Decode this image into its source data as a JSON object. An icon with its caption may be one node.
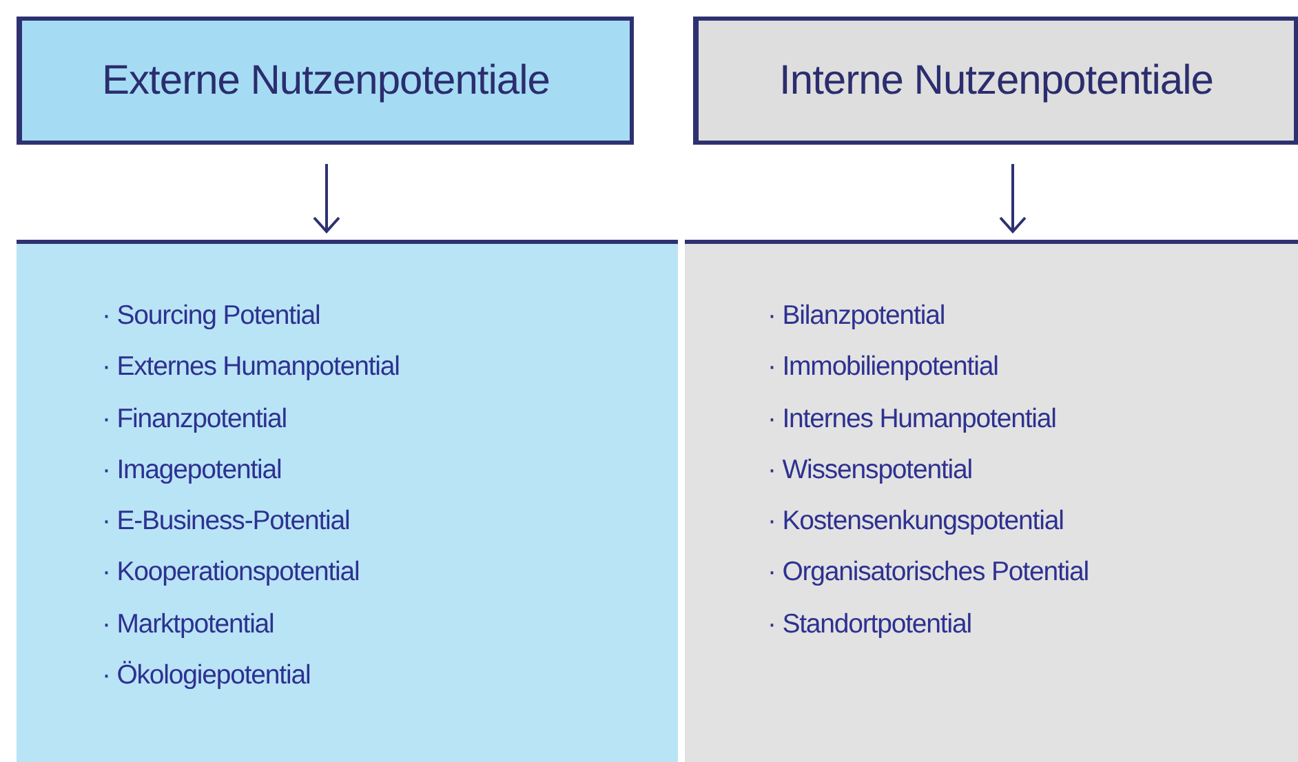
{
  "diagram": {
    "nodes": [
      {
        "text": [
          "Externe Nutzenpotentiale"
        ]
      },
      {
        "text": [
          "Interne Nutzenpotentiale"
        ]
      },
      {
        "text": [
          "· Sourcing Potential",
          "· Externes Humanpotential",
          "· Finanzpotential",
          "· Imagepotential",
          "· E-Business-Potential",
          "· Kooperationspotential",
          "· Marktpotential",
          "· Ökologiepotential"
        ]
      },
      {
        "text": [
          "· Bilanzpotential",
          "· Immobilienpotential",
          "· Internes Humanpotential",
          "· Wissenspotential",
          "· Kostensenkungspotential",
          "· Organisatorisches Potential",
          "· Standortpotential"
        ]
      }
    ],
    "edges": [
      {
        "from": 0,
        "to": 2,
        "arrow": "to"
      },
      {
        "from": 1,
        "to": 3,
        "arrow": "to"
      }
    ]
  }
}
